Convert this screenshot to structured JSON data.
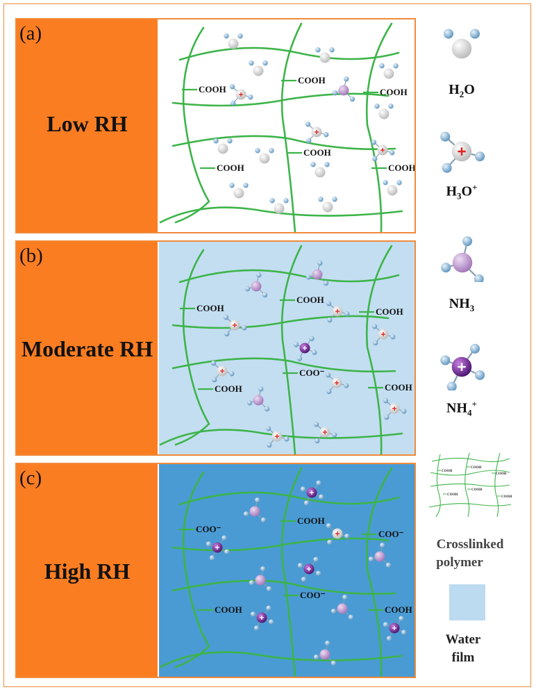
{
  "colors": {
    "orange": "#fb7d22",
    "border": "#f08a3a",
    "polymer": "#3db449",
    "panel_bg": [
      "#ffffff",
      "#c3def1",
      "#4a9bd3"
    ],
    "water_film": "#bcdaf0"
  },
  "panels": [
    {
      "letter": "(a)",
      "label": "Low RH"
    },
    {
      "letter": "(b)",
      "label": "Moderate RH"
    },
    {
      "letter": "(c)",
      "label": "High RH"
    }
  ],
  "diagram_labels": {
    "cooh": "COOH",
    "coo": "COO⁻"
  },
  "legend": {
    "h2o": {
      "main": "H",
      "sub": "2",
      "rest": "O"
    },
    "h3o": {
      "main": "H",
      "sub": "3",
      "rest": "O",
      "sup": "+"
    },
    "nh3": {
      "main": "NH",
      "sub": "3"
    },
    "nh4": {
      "main": "NH",
      "sub": "4",
      "sup": "+"
    },
    "polymer_label_1": "Crosslinked",
    "polymer_label_2": "polymer",
    "water_label_1": "Water",
    "water_label_2": "film"
  }
}
